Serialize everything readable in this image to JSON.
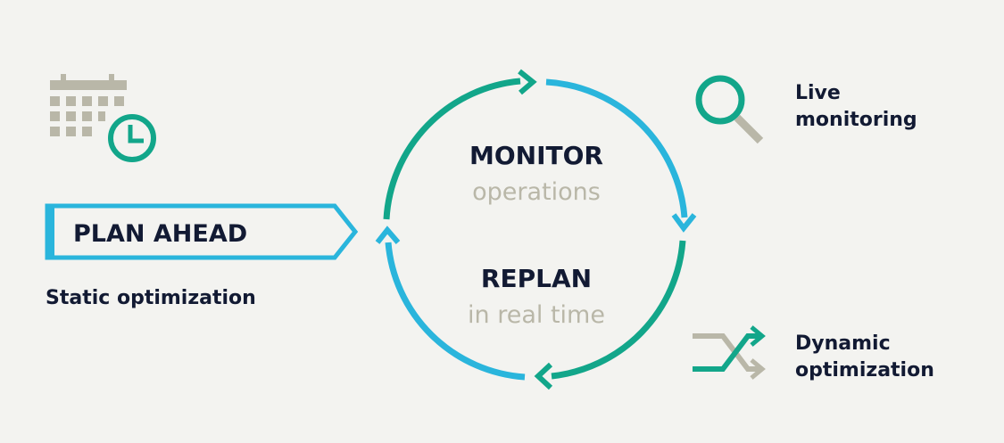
{
  "diagram": {
    "center": {
      "monitor": {
        "title": "MONITOR",
        "subtitle": "operations"
      },
      "replan": {
        "title": "REPLAN",
        "subtitle": "in real time"
      }
    },
    "left": {
      "banner_label": "PLAN AHEAD",
      "caption": "Static optimization",
      "icon": "calendar-clock-icon"
    },
    "right_top": {
      "line1": "Live",
      "line2": "monitoring",
      "icon": "magnifier-icon"
    },
    "right_bottom": {
      "line1": "Dynamic",
      "line2": "optimization",
      "icon": "shuffle-arrows-icon"
    },
    "colors": {
      "teal": "#12a68a",
      "cyan": "#2ab5dc",
      "navy": "#121a33",
      "gray": "#b9b7a8",
      "background": "#f3f3f0"
    }
  }
}
